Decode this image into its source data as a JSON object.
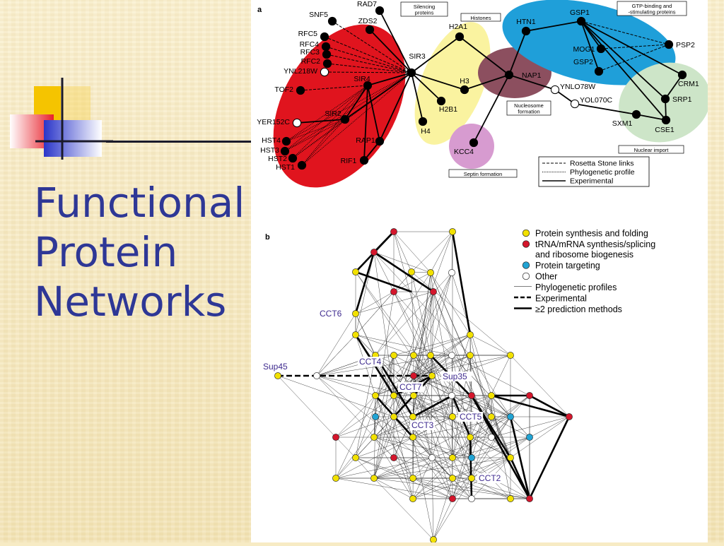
{
  "slide": {
    "title_lines": [
      "Functional",
      "Protein",
      "Networks"
    ],
    "accent_colors": {
      "yellow": "#f5c400",
      "red": "#e8202a",
      "blue": "#2a35c9",
      "title": "#2e3796"
    }
  },
  "panel_a": {
    "label": "a",
    "clusters": [
      {
        "id": "silencing",
        "color": "#e0141e"
      },
      {
        "id": "histones",
        "color": "#faf3a0"
      },
      {
        "id": "nucleosome",
        "color": "#8c4f5f"
      },
      {
        "id": "septin",
        "color": "#d79bd0"
      },
      {
        "id": "gtp",
        "color": "#1f9fd9"
      },
      {
        "id": "nuclear-import",
        "color": "#cde5c8"
      }
    ],
    "boxes": [
      "Silencing\nproteins",
      "Histones",
      "Nucleosome\nformation",
      "Septin formation",
      "GTP-binding and\n-stimulating proteins",
      "Nuclear import"
    ],
    "nodes": [
      {
        "label": "RAD7",
        "open": false
      },
      {
        "label": "SNF5",
        "open": false
      },
      {
        "label": "ZDS2",
        "open": false
      },
      {
        "label": "RFC5",
        "open": false
      },
      {
        "label": "RFC4",
        "open": false
      },
      {
        "label": "RFC3",
        "open": false
      },
      {
        "label": "RFC2",
        "open": false
      },
      {
        "label": "YNL218W",
        "open": true
      },
      {
        "label": "TOF2",
        "open": false
      },
      {
        "label": "YER152C",
        "open": true
      },
      {
        "label": "HST4",
        "open": false
      },
      {
        "label": "HST3",
        "open": false
      },
      {
        "label": "HST2",
        "open": false
      },
      {
        "label": "HST1",
        "open": false
      },
      {
        "label": "SIR3",
        "open": false
      },
      {
        "label": "SIR4",
        "open": false
      },
      {
        "label": "SIR2",
        "open": false
      },
      {
        "label": "RAP1",
        "open": false
      },
      {
        "label": "RIF1",
        "open": false
      },
      {
        "label": "H2A1",
        "open": false
      },
      {
        "label": "H3",
        "open": false
      },
      {
        "label": "H2B1",
        "open": false
      },
      {
        "label": "H4",
        "open": false
      },
      {
        "label": "NAP1",
        "open": false
      },
      {
        "label": "KCC4",
        "open": false
      },
      {
        "label": "HTN1",
        "open": false
      },
      {
        "label": "GSP1",
        "open": false
      },
      {
        "label": "MOG1",
        "open": false
      },
      {
        "label": "GSP2",
        "open": false
      },
      {
        "label": "PSP2",
        "open": false
      },
      {
        "label": "CRM1",
        "open": false
      },
      {
        "label": "SRP1",
        "open": false
      },
      {
        "label": "SXM1",
        "open": false
      },
      {
        "label": "CSE1",
        "open": false
      },
      {
        "label": "YNLO78W",
        "open": true
      },
      {
        "label": "YOL070C",
        "open": true
      }
    ],
    "links": [
      {
        "from": "RAD7",
        "to": "SIR3",
        "type": "experimental"
      },
      {
        "from": "ZDS2",
        "to": "SIR3",
        "type": "experimental"
      },
      {
        "from": "SNF5",
        "to": "SIR3",
        "type": "rosetta"
      },
      {
        "from": "RFC5",
        "to": "SIR3",
        "type": "rosetta"
      },
      {
        "from": "RFC4",
        "to": "SIR3",
        "type": "rosetta"
      },
      {
        "from": "RFC3",
        "to": "SIR3",
        "type": "rosetta"
      },
      {
        "from": "RFC2",
        "to": "SIR3",
        "type": "rosetta"
      },
      {
        "from": "YNL218W",
        "to": "SIR3",
        "type": "rosetta"
      },
      {
        "from": "TOF2",
        "to": "SIR4",
        "type": "rosetta"
      },
      {
        "from": "SIR3",
        "to": "SIR4",
        "type": "experimental"
      },
      {
        "from": "SIR4",
        "to": "SIR2",
        "type": "experimental"
      },
      {
        "from": "SIR3",
        "to": "SIR2",
        "type": "experimental"
      },
      {
        "from": "SIR3",
        "to": "RAP1",
        "type": "experimental"
      },
      {
        "from": "SIR4",
        "to": "RAP1",
        "type": "experimental"
      },
      {
        "from": "SIR4",
        "to": "RIF1",
        "type": "experimental"
      },
      {
        "from": "RAP1",
        "to": "RIF1",
        "type": "experimental"
      },
      {
        "from": "YER152C",
        "to": "SIR2",
        "type": "experimental"
      },
      {
        "from": "HST4",
        "to": "SIR2",
        "type": "phylogenetic"
      },
      {
        "from": "HST3",
        "to": "SIR2",
        "type": "phylogenetic"
      },
      {
        "from": "HST2",
        "to": "SIR2",
        "type": "phylogenetic"
      },
      {
        "from": "HST1",
        "to": "SIR2",
        "type": "phylogenetic"
      },
      {
        "from": "HST1",
        "to": "SIR4",
        "type": "phylogenetic"
      },
      {
        "from": "HST1",
        "to": "SIR3",
        "type": "phylogenetic"
      },
      {
        "from": "HST4",
        "to": "SIR4",
        "type": "phylogenetic"
      },
      {
        "from": "HST2",
        "to": "SIR4",
        "type": "phylogenetic"
      },
      {
        "from": "HST3",
        "to": "SIR4",
        "type": "phylogenetic"
      },
      {
        "from": "HST3",
        "to": "SIR3",
        "type": "phylogenetic"
      },
      {
        "from": "HST4",
        "to": "SIR3",
        "type": "phylogenetic"
      },
      {
        "from": "HST2",
        "to": "SIR3",
        "type": "phylogenetic"
      },
      {
        "from": "SIR3",
        "to": "H2A1",
        "type": "experimental"
      },
      {
        "from": "SIR3",
        "to": "H3",
        "type": "experimental"
      },
      {
        "from": "SIR3",
        "to": "H2B1",
        "type": "experimental"
      },
      {
        "from": "SIR3",
        "to": "H4",
        "type": "experimental"
      },
      {
        "from": "H2A1",
        "to": "NAP1",
        "type": "experimental"
      },
      {
        "from": "H3",
        "to": "NAP1",
        "type": "experimental"
      },
      {
        "from": "NAP1",
        "to": "KCC4",
        "type": "experimental"
      },
      {
        "from": "NAP1",
        "to": "HTN1",
        "type": "experimental"
      },
      {
        "from": "NAP1",
        "to": "YNLO78W",
        "type": "experimental"
      },
      {
        "from": "YNLO78W",
        "to": "YOL070C",
        "type": "experimental"
      },
      {
        "from": "HTN1",
        "to": "GSP1",
        "type": "experimental"
      },
      {
        "from": "GSP1",
        "to": "MOG1",
        "type": "experimental"
      },
      {
        "from": "GSP1",
        "to": "GSP2",
        "type": "experimental"
      },
      {
        "from": "GSP1",
        "to": "CRM1",
        "type": "experimental"
      },
      {
        "from": "GSP1",
        "to": "SRP1",
        "type": "experimental"
      },
      {
        "from": "GSP1",
        "to": "CSE1",
        "type": "experimental"
      },
      {
        "from": "GSP1",
        "to": "PSP2",
        "type": "rosetta"
      },
      {
        "from": "MOG1",
        "to": "PSP2",
        "type": "rosetta"
      },
      {
        "from": "GSP2",
        "to": "PSP2",
        "type": "rosetta"
      },
      {
        "from": "SRP1",
        "to": "CSE1",
        "type": "experimental"
      },
      {
        "from": "SXM1",
        "to": "CSE1",
        "type": "experimental"
      },
      {
        "from": "YOL070C",
        "to": "SXM1",
        "type": "experimental"
      },
      {
        "from": "SRP1",
        "to": "CRM1",
        "type": "experimental"
      }
    ],
    "legend": [
      "Rosetta Stone links",
      "Phylogenetic profile",
      "Experimental"
    ]
  },
  "panel_b": {
    "label": "b",
    "node_colors": {
      "protein_synthesis": "#f2e100",
      "trna": "#d4162c",
      "targeting": "#21a3d3",
      "other": "#ffffff"
    },
    "named_nodes": [
      "CCT6",
      "Sup45",
      "CCT4",
      "Sup35",
      "CCT7",
      "CCT5",
      "CCT3",
      "CCT2"
    ],
    "legend": [
      {
        "symbol": "dot",
        "color": "#f2e100",
        "text": "Protein synthesis and folding"
      },
      {
        "symbol": "dot",
        "color": "#d4162c",
        "text": "tRNA/mRNA synthesis/splicing\nand ribosome biogenesis"
      },
      {
        "symbol": "dot",
        "color": "#21a3d3",
        "text": "Protein targeting"
      },
      {
        "symbol": "dot",
        "color": "#ffffff",
        "text": "Other"
      },
      {
        "symbol": "thin",
        "text": "Phylogenetic profiles"
      },
      {
        "symbol": "dash",
        "text": "Experimental"
      },
      {
        "symbol": "thick",
        "text": "≥2 prediction methods"
      }
    ]
  }
}
